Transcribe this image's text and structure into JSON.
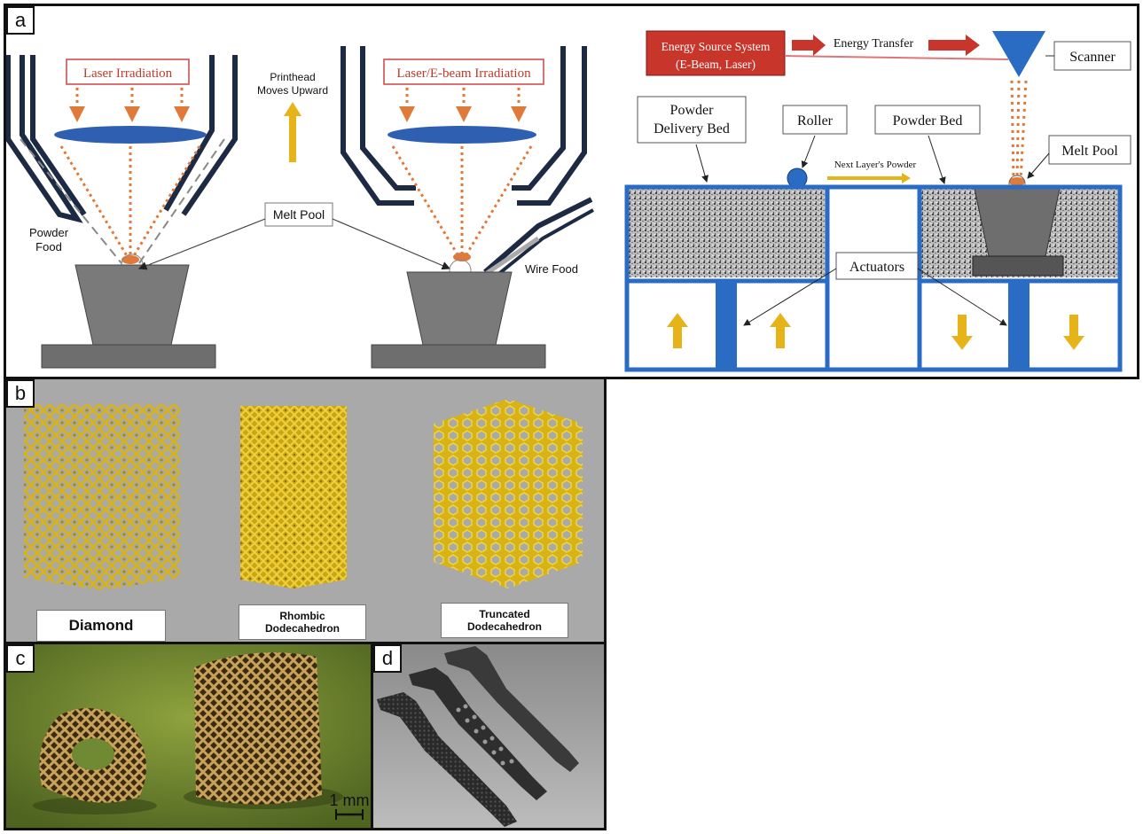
{
  "panels": {
    "a": {
      "label": "a",
      "laser_irradiation": "Laser Irradiation",
      "printhead_moves": [
        "Printhead",
        "Moves Upward"
      ],
      "powder_food": [
        "Powder",
        "Food"
      ],
      "melt_pool_center": "Melt Pool",
      "laser_ebeam_irradiation": "Laser/E-beam Irradiation",
      "wire_food": "Wire Food",
      "energy_source": [
        "Energy Source System",
        "(E-Beam, Laser)"
      ],
      "energy_transfer": "Energy Transfer",
      "scanner": "Scanner",
      "powder_delivery_bed": [
        "Powder",
        "Delivery Bed"
      ],
      "roller": "Roller",
      "powder_bed": "Powder Bed",
      "melt_pool_right": "Melt Pool",
      "next_layer_powder": "Next Layer's Powder",
      "actuators": "Actuators"
    },
    "b": {
      "label": "b",
      "diamond": "Diamond",
      "rhombic": [
        "Rhombic",
        "Dodecahedron"
      ],
      "truncated": [
        "Truncated",
        "Dodecahedron"
      ]
    },
    "c": {
      "label": "c",
      "scale": "1 mm"
    },
    "d": {
      "label": "d"
    }
  },
  "colors": {
    "laser_dots": "#e07a3a",
    "lens": "#2f5fb0",
    "arrow_gold": "#e6b418",
    "energy_red": "#c8352a",
    "bed_blue": "#2a6cc4",
    "lattice_gold": "#d8b316"
  }
}
